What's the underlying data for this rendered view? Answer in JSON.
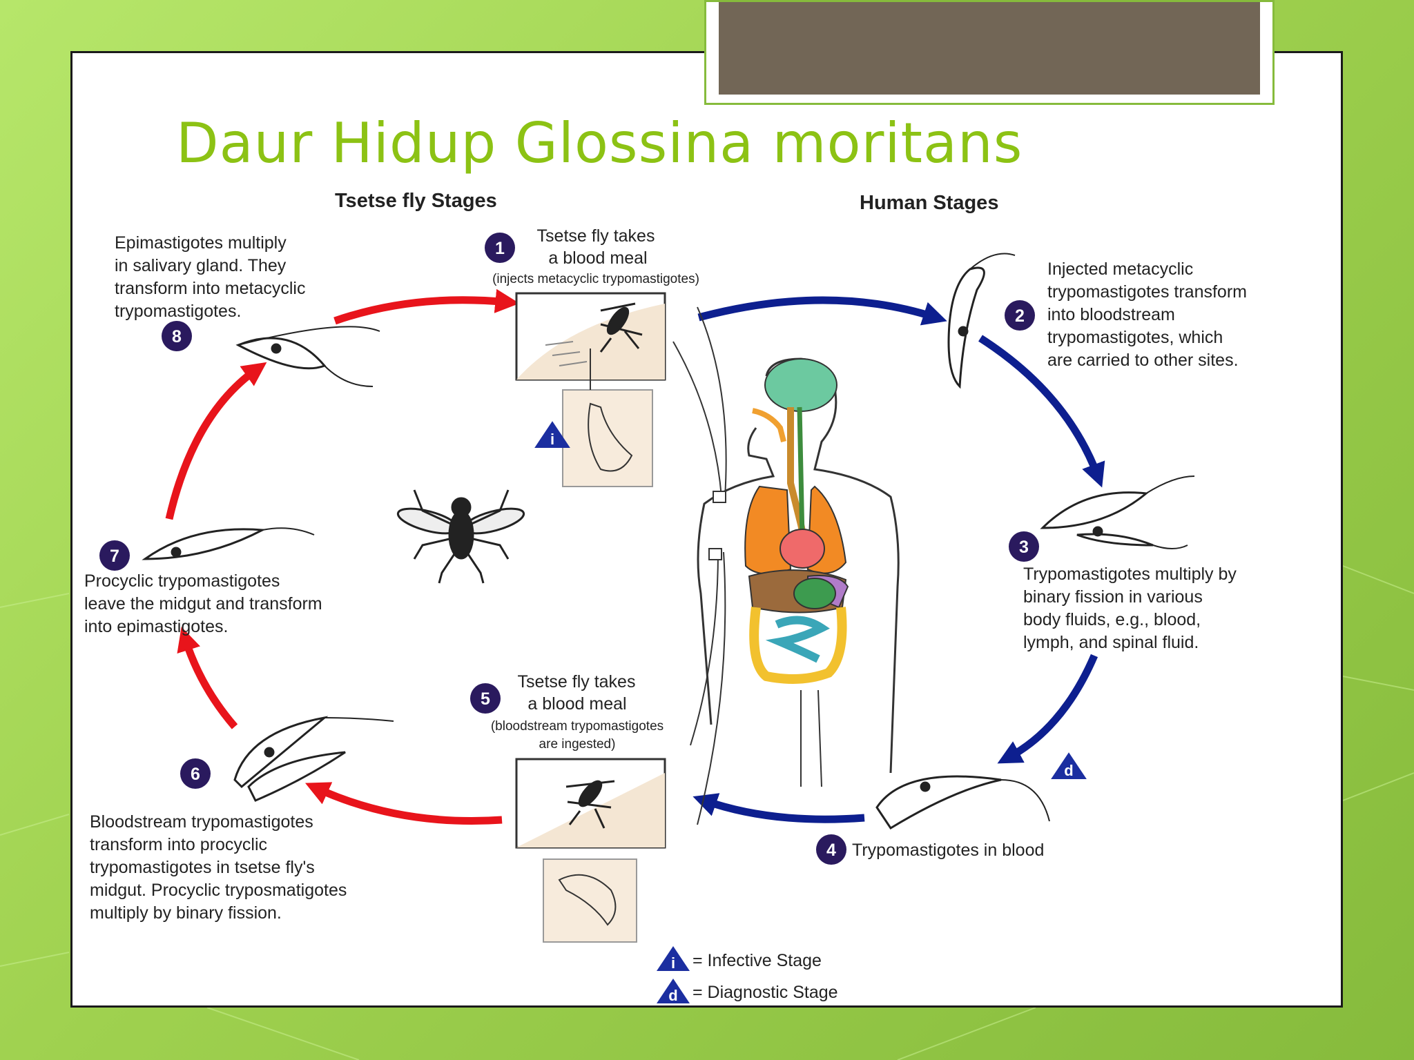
{
  "slide": {
    "title": "Daur Hidup Glossina moritans"
  },
  "diagram": {
    "section_left": "Tsetse fly Stages",
    "section_right": "Human Stages",
    "steps": [
      {
        "number": "1",
        "lines": [
          "Tsetse fly takes",
          "a blood meal"
        ],
        "note": [
          "(injects metacyclic trypomastigotes)"
        ]
      },
      {
        "number": "2",
        "lines": [
          "Injected metacyclic",
          "trypomastigotes transform",
          "into bloodstream",
          "trypomastigotes, which",
          "are carried to other sites."
        ]
      },
      {
        "number": "3",
        "lines": [
          "Trypomastigotes multiply by",
          "binary fission in various",
          "body fluids, e.g., blood,",
          "lymph, and spinal fluid."
        ]
      },
      {
        "number": "4",
        "lines": [
          "Trypomastigotes in blood"
        ]
      },
      {
        "number": "5",
        "lines": [
          "Tsetse fly takes",
          "a blood meal"
        ],
        "note": [
          "(bloodstream trypomastigotes",
          "are ingested)"
        ]
      },
      {
        "number": "6",
        "lines": [
          "Bloodstream trypomastigotes",
          "transform into procyclic",
          "trypomastigotes in tsetse fly's",
          "midgut. Procyclic tryposmatigotes",
          "multiply by binary fission."
        ]
      },
      {
        "number": "7",
        "lines": [
          "Procyclic trypomastigotes",
          "leave the midgut and transform",
          "into epimastigotes."
        ]
      },
      {
        "number": "8",
        "lines": [
          "Epimastigotes multiply",
          "in salivary gland. They",
          "transform into metacyclic",
          "trypomastigotes."
        ]
      }
    ],
    "stage_markers": {
      "infective": "i",
      "diagnostic": "d"
    },
    "legend": [
      {
        "symbol": "i",
        "label": "= Infective Stage"
      },
      {
        "symbol": "d",
        "label": "= Diagnostic Stage"
      }
    ],
    "colors": {
      "tsetse_arrow": "#e8141b",
      "human_arrow": "#0d1f8f",
      "step_badge": "#2a1a5e",
      "marker": "#1b2ea0",
      "title": "#8cc214",
      "slide_bg": "#9fd14f"
    }
  }
}
